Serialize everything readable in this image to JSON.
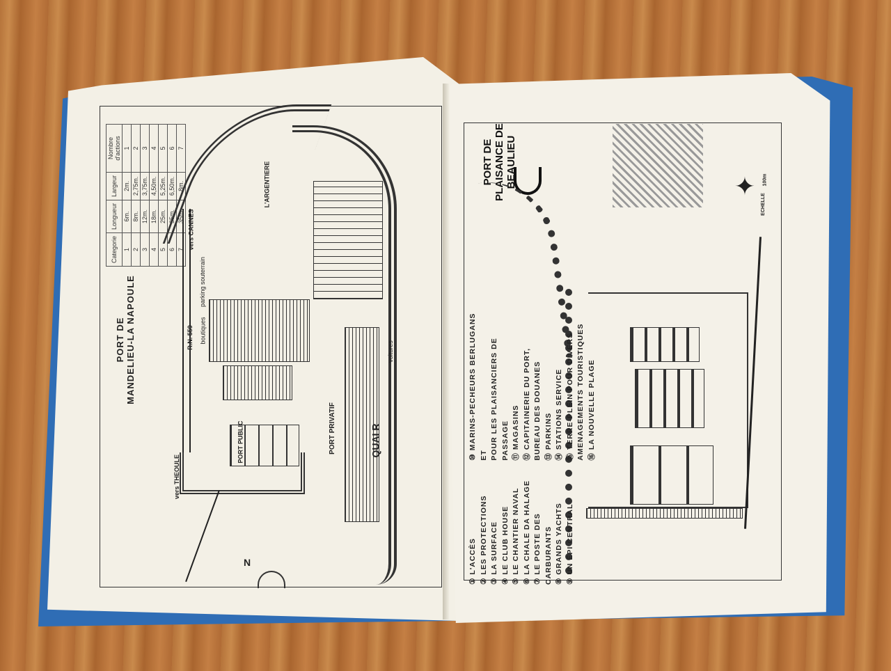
{
  "left_page": {
    "title_line1": "PORT DE",
    "title_line2": "MANDELIEU-LA NAPOULE",
    "table": {
      "headers": [
        "Categorie",
        "Longueur",
        "Largeur",
        "Nombre d'actions"
      ],
      "rows": [
        [
          "1",
          "6m.",
          "2m.",
          "1"
        ],
        [
          "2",
          "8m.",
          "2,75m.",
          "2"
        ],
        [
          "3",
          "12m.",
          "3,75m.",
          "3"
        ],
        [
          "4",
          "18m.",
          "4,50m.",
          "4"
        ],
        [
          "5",
          "25m.",
          "5,25m.",
          "5"
        ],
        [
          "6",
          "35m.",
          "6,50m.",
          "6"
        ],
        [
          "7",
          "35m.",
          "8m.",
          "7"
        ]
      ]
    },
    "labels": {
      "road": "R.N. 559",
      "to_cannes": "vers CANNES",
      "to_theoule": "vers THEOULE",
      "river": "L'ARGENTIERE",
      "public": "PORT PUBLIC",
      "private": "PORT PRIVATIF",
      "quay": "QUAI R",
      "shops": "boutiques",
      "parking": "parking souterrain",
      "cars": "voitures",
      "north": "N"
    }
  },
  "right_page": {
    "title": "PORT DE PLAISANCE DE BEAULIEU",
    "scale_label": "ECHELLE",
    "scale_max": "100m",
    "legend_left": [
      "① L'ACCÈS",
      "② LES PROTECTIONS",
      "③ LA SURFACE",
      "④ LE CLUB HOUSE",
      "⑤ LE CHANTIER NAVAL",
      "⑥ LA CHALE DA HALAGE",
      "⑦ LE POSTE DES",
      "CARBURANTS",
      "⑧ GRANDS YACHTS",
      "⑨ UN ÉPI CENTRAL"
    ],
    "legend_right": [
      "⑩ MARINS-PECHEURS BERLUGANS ET",
      "POUR LES PLAISANCIERS DE PASSAGE",
      "⑪ MAGASINS",
      "⑫ CAPITAINERIE DU PORT,",
      "BUREAU DES DOUANES",
      "⑬ PARKINS",
      "⑭ STATIONS SERVICE",
      "⑮ TERRE-PLEIN POUR DIVERS",
      "AMENAGEMENTS TOURISTIQUES",
      "⑯ LA NOUVELLE PLAGE"
    ]
  }
}
